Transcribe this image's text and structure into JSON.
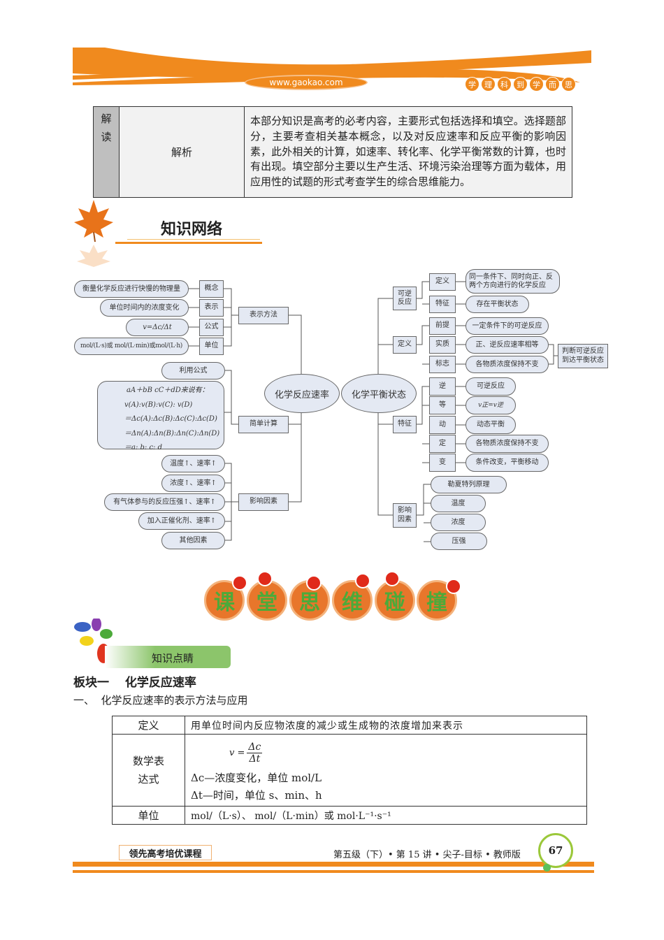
{
  "header": {
    "url": "www.gaokao.com",
    "slogan": [
      "学",
      "理",
      "科",
      "到",
      "学",
      "而",
      "思"
    ],
    "accent": "#f08a1e"
  },
  "intro_table": {
    "col1": "解读",
    "col2": "解析",
    "text": "本部分知识是高考的必考内容，主要形式包括选择和填空。选择题部分，主要考查相关基本概念，以及对反应速率和反应平衡的影响因素，此外相关的计算，如速率、转化率、化学平衡常数的计算，也时有出现。填空部分主要以生产生活、环境污染治理等方面为载体，用应用性的试题的形式考查学生的综合思维能力。"
  },
  "section1": {
    "title": "知识网络"
  },
  "mindmap": {
    "center_left": "化学反应速率",
    "center_right": "化学平衡状态",
    "left": {
      "expr": {
        "label": "表示方法",
        "items": [
          {
            "k": "概念",
            "v": "衡量化学反应进行快慢的物理量"
          },
          {
            "k": "表示",
            "v": "单位时间内的浓度变化"
          },
          {
            "k": "公式",
            "v": "v=Δc/Δt"
          },
          {
            "k": "单位",
            "v": "mol/(L·s)或 mol/(L·min)或mol/(L·h)"
          }
        ]
      },
      "calc": {
        "label": "简单计算",
        "formula_label": "利用公式",
        "lines": [
          "aA＋bB  cC＋dD来说有：",
          "v(A):v(B):v(C): v(D)",
          "＝Δc(A):Δc(B):Δc(C):Δc(D)",
          "＝Δn(A):Δn(B):Δn(C):Δn(D)",
          "＝a:  b:  c:  d"
        ]
      },
      "factors": {
        "label": "影响因素",
        "items": [
          "温度↑、速率↑",
          "浓度↑、速率↑",
          "有气体参与的反应压强↑、速率↑",
          "加入正催化剂、速率↑",
          "其他因素"
        ]
      }
    },
    "right": {
      "reversible": {
        "label": "可逆反应",
        "items": [
          {
            "k": "定义",
            "v": "同一条件下、同时向正、反两个方向进行的化学反应"
          },
          {
            "k": "特征",
            "v": "存在平衡状态"
          }
        ]
      },
      "definition": {
        "label": "定义",
        "items": [
          {
            "k": "前提",
            "v": "一定条件下的可逆反应"
          },
          {
            "k": "实质",
            "v": "正、逆反应速率相等"
          },
          {
            "k": "标志",
            "v": "各物质浓度保持不变"
          }
        ],
        "judge": "判断可逆反应到达平衡状态"
      },
      "features": {
        "label": "特征",
        "items": [
          {
            "k": "逆",
            "v": "可逆反应"
          },
          {
            "k": "等",
            "v": "v正=v逆"
          },
          {
            "k": "动",
            "v": "动态平衡"
          },
          {
            "k": "定",
            "v": "各物质浓度保持不变"
          },
          {
            "k": "变",
            "v": "条件改变，平衡移动"
          }
        ]
      },
      "factors": {
        "label": "影响因素",
        "items": [
          "勒夏特列原理",
          "温度",
          "浓度",
          "压强"
        ]
      }
    }
  },
  "banner": {
    "chars": [
      "课",
      "堂",
      "思",
      "维",
      "碰",
      "撞"
    ]
  },
  "section2": {
    "tag": "知识点睛",
    "block_title": "板块一　 化学反应速率",
    "sub_title": "一、  化学反应速率的表示方法与应用"
  },
  "rate_table": {
    "rows": [
      {
        "k": "定义",
        "v": "用单位时间内反应物浓度的减少或生成物的浓度增加来表示"
      },
      {
        "k": "数学表达式",
        "formula_lhs": "v =",
        "formula_num": "Δc",
        "formula_den": "Δt",
        "lines": [
          "Δc—浓度变化，单位 mol/L",
          "Δt—时间，单位 s、min、h"
        ]
      },
      {
        "k": "单位",
        "v": "mol/（L·s）、 mol/（L·min）或 mol·L⁻¹·s⁻¹"
      }
    ]
  },
  "footer": {
    "badge": "领先高考培优课程",
    "info": "第五级（下）• 第 15 讲 • 尖子-目标 • 教师版",
    "page": "67"
  }
}
